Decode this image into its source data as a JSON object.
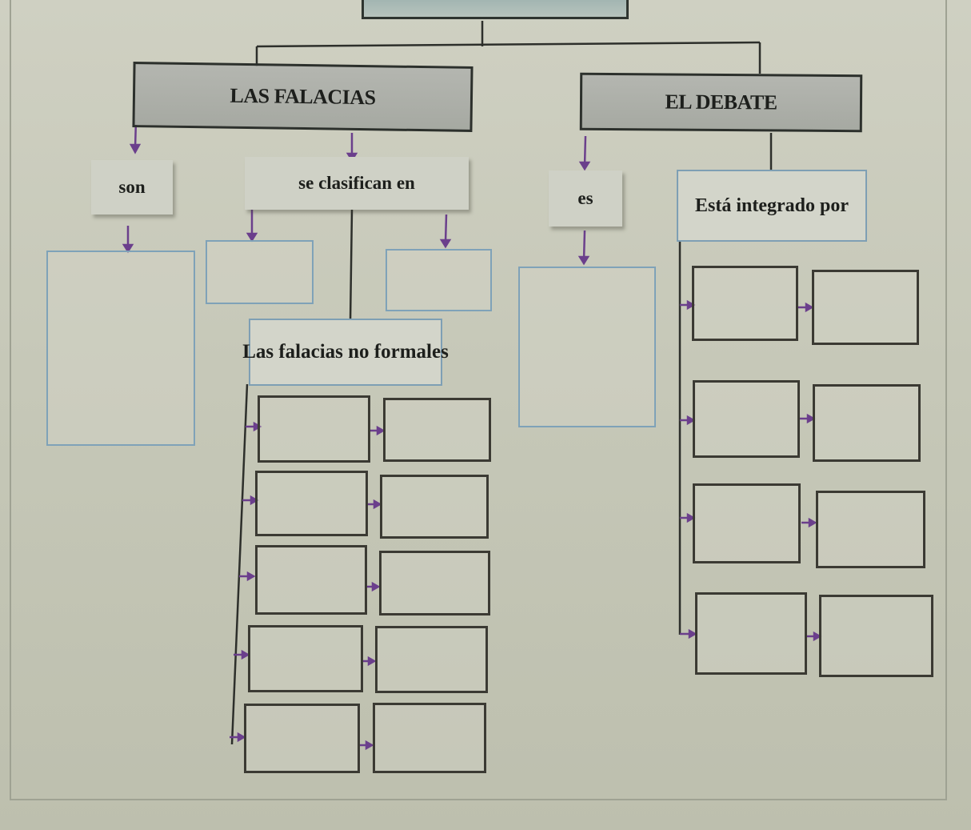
{
  "diagram": {
    "nodes": {
      "las_falacias": "LAS FALACIAS",
      "el_debate": "EL DEBATE",
      "son": "son",
      "se_clasifican_en": "se clasifican en",
      "es": "es",
      "esta_integrado_por": "Está integrado por",
      "falacias_no_formales": "Las falacias no formales"
    },
    "colors": {
      "arrow": "#6b3f8c",
      "line": "#2d2f2b",
      "blue_border": "#7fa2b8",
      "dark_border": "#3b3a33"
    }
  }
}
